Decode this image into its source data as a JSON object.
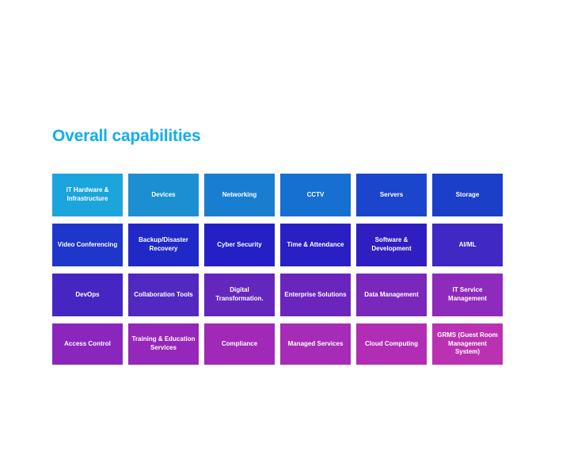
{
  "page": {
    "title": "Overall capabilities",
    "title_color": "#12AEEF",
    "background_color": "#FFFFFF"
  },
  "grid": {
    "columns": 6,
    "rows": 4,
    "tiles": [
      {
        "label": "IT Hardware & Infrastructure",
        "color": "#1BA5DC",
        "row": 1,
        "col": 1
      },
      {
        "label": "Devices",
        "color": "#1C8FD2",
        "row": 1,
        "col": 2
      },
      {
        "label": "Networking",
        "color": "#1A7ED0",
        "row": 1,
        "col": 3
      },
      {
        "label": "CCTV",
        "color": "#1570D1",
        "row": 1,
        "col": 4
      },
      {
        "label": "Servers",
        "color": "#1A45CC",
        "row": 1,
        "col": 5
      },
      {
        "label": "Storage",
        "color": "#1B3FC9",
        "row": 1,
        "col": 6
      },
      {
        "label": "Video Conferencing",
        "color": "#1F36CA",
        "row": 2,
        "col": 1
      },
      {
        "label": "Backup/Disaster Recovery",
        "color": "#2029C8",
        "row": 2,
        "col": 2
      },
      {
        "label": "Cyber Security",
        "color": "#2420C6",
        "row": 2,
        "col": 3
      },
      {
        "label": "Time & Attendance",
        "color": "#2A1FC4",
        "row": 2,
        "col": 4
      },
      {
        "label": "Software & Development",
        "color": "#2F1EC2",
        "row": 2,
        "col": 5
      },
      {
        "label": "AI/ML",
        "color": "#4028C4",
        "row": 2,
        "col": 6
      },
      {
        "label": "DevOps",
        "color": "#4626C2",
        "row": 3,
        "col": 1
      },
      {
        "label": "Collaboration Tools",
        "color": "#5128C0",
        "row": 3,
        "col": 2
      },
      {
        "label": "Digital Transformation.",
        "color": "#6427BE",
        "row": 3,
        "col": 3
      },
      {
        "label": "Enterprise Solutions",
        "color": "#6A25BD",
        "row": 3,
        "col": 4
      },
      {
        "label": "Data Management",
        "color": "#7A27BC",
        "row": 3,
        "col": 5
      },
      {
        "label": "IT Service Management",
        "color": "#8E2BBC",
        "row": 3,
        "col": 6
      },
      {
        "label": "Access Control",
        "color": "#8B26BD",
        "row": 4,
        "col": 1
      },
      {
        "label": "Training & Education Services",
        "color": "#9527BB",
        "row": 4,
        "col": 2
      },
      {
        "label": "Compliance",
        "color": "#A029B8",
        "row": 4,
        "col": 3
      },
      {
        "label": "Managed Services",
        "color": "#A62BB6",
        "row": 4,
        "col": 4
      },
      {
        "label": "Cloud Computing",
        "color": "#B02DB4",
        "row": 4,
        "col": 5
      },
      {
        "label": "GRMS (Guest Room Management System)",
        "color": "#BA32B2",
        "row": 4,
        "col": 6
      }
    ]
  }
}
